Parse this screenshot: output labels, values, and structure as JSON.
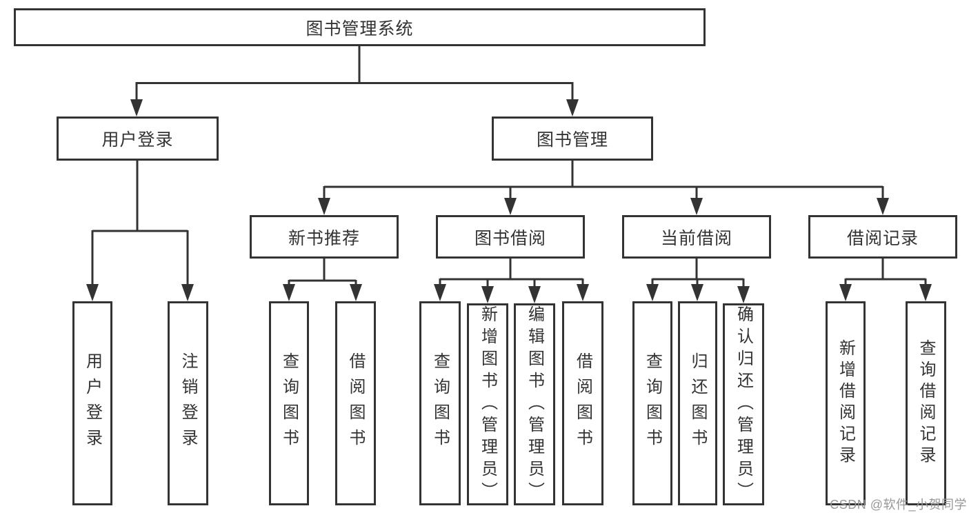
{
  "diagram": {
    "root": {
      "label": "图书管理系统"
    },
    "branches": [
      {
        "label": "用户登录",
        "children": [
          {
            "label": "用户登录"
          },
          {
            "label": "注销登录"
          }
        ]
      },
      {
        "label": "图书管理",
        "children": [
          {
            "label": "新书推荐",
            "children": [
              {
                "label": "查询图书"
              },
              {
                "label": "借阅图书"
              }
            ]
          },
          {
            "label": "图书借阅",
            "children": [
              {
                "label": "查询图书"
              },
              {
                "label": "新增图书（管理员）"
              },
              {
                "label": "编辑图书（管理员）"
              },
              {
                "label": "借阅图书"
              }
            ]
          },
          {
            "label": "当前借阅",
            "children": [
              {
                "label": "查询图书"
              },
              {
                "label": "归还图书"
              },
              {
                "label": "确认归还（管理员）"
              }
            ]
          },
          {
            "label": "借阅记录",
            "children": [
              {
                "label": "新增借阅记录"
              },
              {
                "label": "查询借阅记录"
              }
            ]
          }
        ]
      }
    ]
  },
  "watermark": {
    "text": "CSDN @软件_小贺同学"
  },
  "colors": {
    "line": "#333333",
    "text": "#333333",
    "watermark": "#97979a",
    "background": "#ffffff"
  }
}
